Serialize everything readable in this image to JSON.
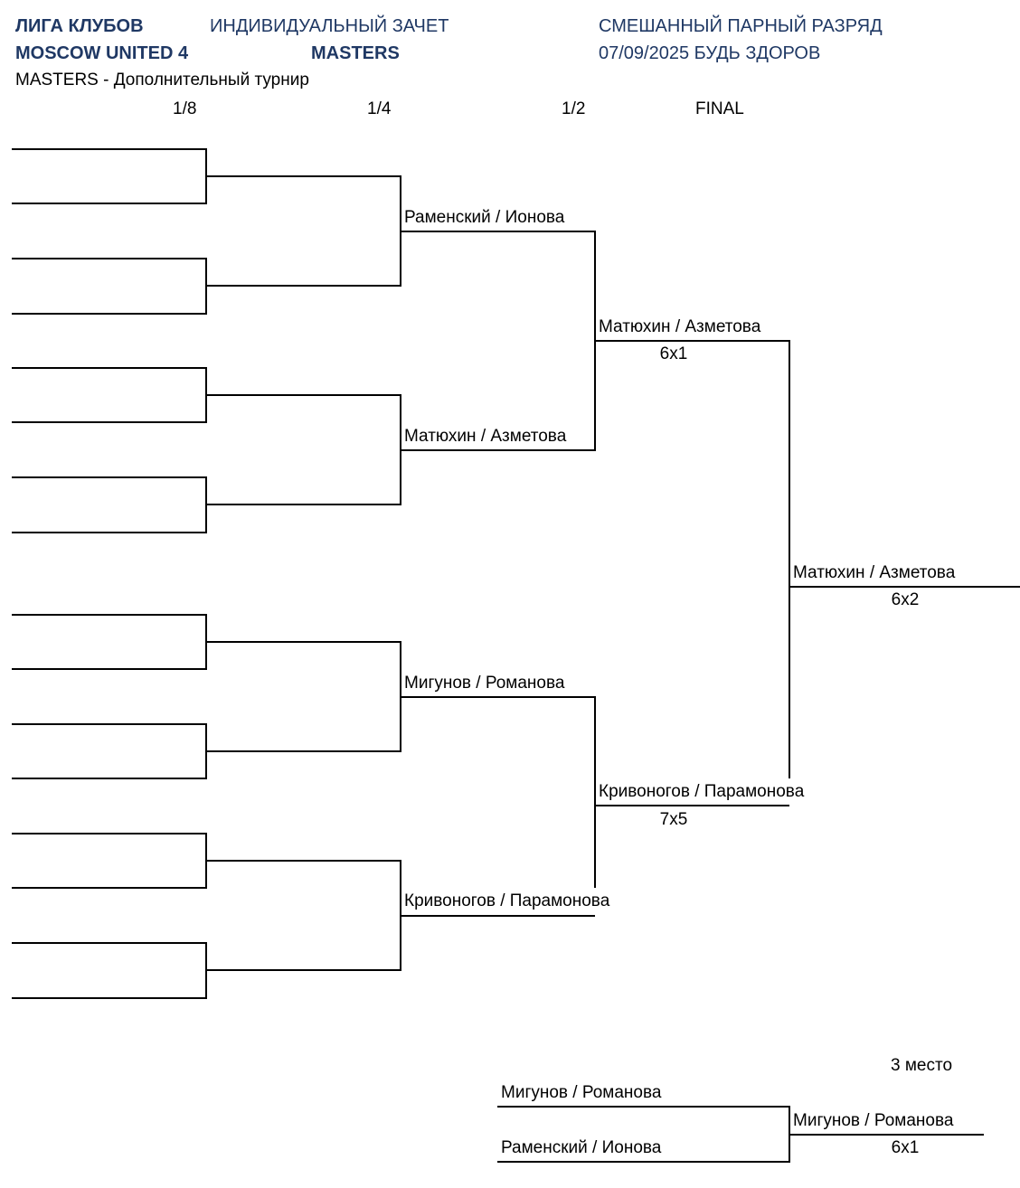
{
  "header": {
    "league": "ЛИГА КЛУБОВ",
    "club": "MOSCOW UNITED 4",
    "event_type": "ИНДИВИДУАЛЬНЫЙ ЗАЧЕТ",
    "level": "MASTERS",
    "discipline": "СМЕШАННЫЙ ПАРНЫЙ РАЗРЯД",
    "date_venue": "07/09/2025 БУДЬ ЗДОРОВ",
    "subtitle": "MASTERS - Дополнительный турнир"
  },
  "rounds": [
    "1/8",
    "1/4",
    "1/2",
    "FINAL"
  ],
  "quarterfinal": [
    "Раменский / Ионова",
    "Матюхин / Азметова",
    "Мигунов / Романова",
    "Кривоногов / Парамонова"
  ],
  "semifinal": [
    {
      "winner": "Матюхин / Азметова",
      "score": "6x1"
    },
    {
      "winner": "Кривоногов / Парамонова",
      "score": "7x5"
    }
  ],
  "final": {
    "winner": "Матюхин / Азметова",
    "score": "6x2"
  },
  "third_place": {
    "label": "3 место",
    "players": [
      "Мигунов / Романова",
      "Раменский / Ионова"
    ],
    "winner": "Мигунов / Романова",
    "score": "6x1"
  }
}
